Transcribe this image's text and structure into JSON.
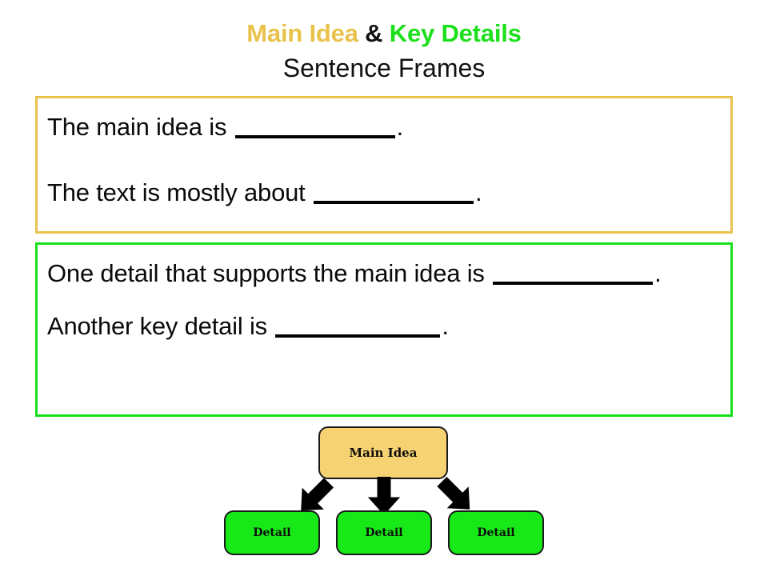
{
  "slide": {
    "background_color": "#ffffff",
    "title": {
      "part_main": "Main Idea",
      "part_amp": " & ",
      "part_key": "Key Details",
      "color_main": "#E9C24B",
      "color_key": "#1BE01B"
    },
    "subtitle": "Sentence Frames"
  },
  "main_idea_frames": {
    "border_color": "#E9C24B",
    "lines": [
      {
        "prefix": "The main idea is ",
        "blank": "__________",
        "suffix": "."
      },
      {
        "prefix": "The text is mostly about ",
        "blank": "__________",
        "suffix": "."
      }
    ]
  },
  "key_detail_frames": {
    "border_color": "#17E017",
    "lines": [
      {
        "prefix": "One detail that supports the main idea is ",
        "blank": "__________",
        "suffix": "."
      },
      {
        "prefix": "Another key detail is ",
        "blank": "__________",
        "suffix": "."
      }
    ]
  },
  "diagram": {
    "main_node": {
      "label": "Main Idea",
      "fill": "#F7D272",
      "border": "#1a1a1a"
    },
    "detail_nodes": [
      {
        "label": "Detail",
        "fill": "#17E817",
        "border": "#1a1a1a"
      },
      {
        "label": "Detail",
        "fill": "#17E817",
        "border": "#1a1a1a"
      },
      {
        "label": "Detail",
        "fill": "#17E817",
        "border": "#1a1a1a"
      }
    ],
    "arrows": [
      {
        "name": "arrow-down-left",
        "direction": "down-left",
        "color": "#000000"
      },
      {
        "name": "arrow-down",
        "direction": "down",
        "color": "#000000"
      },
      {
        "name": "arrow-down-right",
        "direction": "down-right",
        "color": "#000000"
      }
    ]
  }
}
